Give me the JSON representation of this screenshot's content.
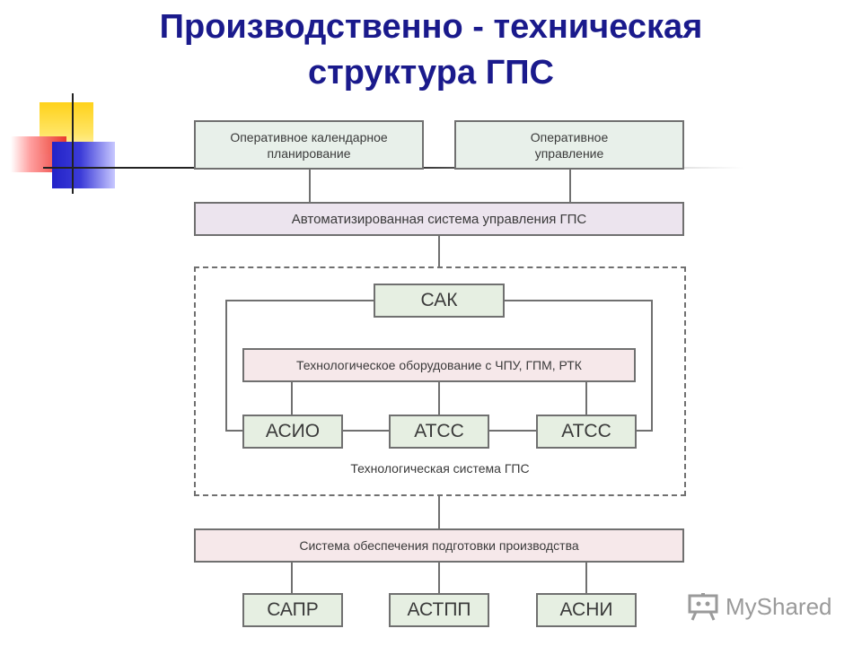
{
  "title": {
    "line1": "Производственно - техническая",
    "line2": "структура ГПС"
  },
  "diagram": {
    "top_left": {
      "line1": "Оперативное календарное",
      "line2": "планирование"
    },
    "top_right": {
      "line1": "Оперативное",
      "line2": "управление"
    },
    "asu": "Автоматизированная система управления ГПС",
    "sak": "САК",
    "equipment": "Технологическое оборудование с ЧПУ, ГПМ, РТК",
    "mid_row": [
      "АСИО",
      "АТСС",
      "АТСС"
    ],
    "tech_system_label": "Технологическая система ГПС",
    "support": "Система обеспечения подготовки производства",
    "bottom_row": [
      "САПР",
      "АСТПП",
      "АСНИ"
    ]
  },
  "watermark": {
    "text": "MyShared",
    "icon": "presentation-board-icon"
  },
  "colors": {
    "title": "#1a1a8c",
    "border": "#707070",
    "plan_fill": "#e8f0ea",
    "asu_fill": "#ece4ee",
    "pink_fill": "#f6e8ea",
    "green_fill": "#e6efe2"
  }
}
